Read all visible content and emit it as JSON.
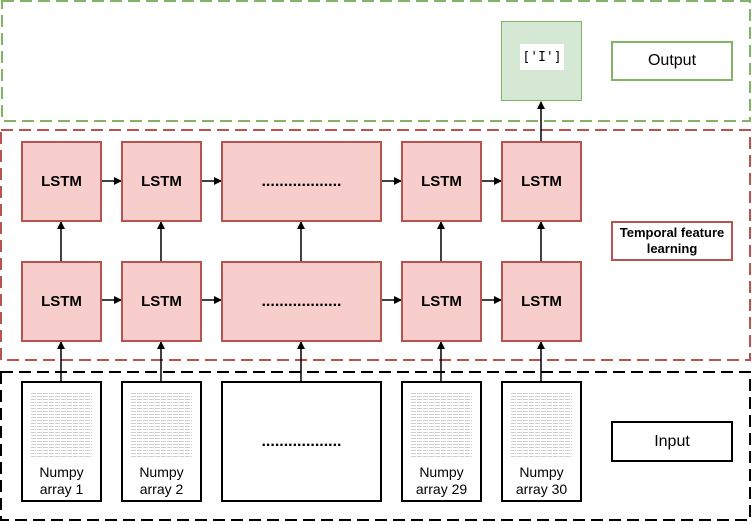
{
  "regions": {
    "output": {
      "label": "Output",
      "color": "#82b366"
    },
    "temporal": {
      "label": "Temporal feature\nlearning",
      "color": "#b85450"
    },
    "input": {
      "label": "Input",
      "color": "#000000"
    }
  },
  "output_value": "['I']",
  "lstm_label": "LSTM",
  "dots": "..................",
  "inputs": [
    {
      "label": "Numpy\narray 1"
    },
    {
      "label": "Numpy\narray 2"
    },
    {
      "label": "Numpy\narray 29"
    },
    {
      "label": "Numpy\narray 30"
    }
  ],
  "colors": {
    "lstm_fill": "#f8cecc",
    "lstm_border": "#b85450",
    "output_fill": "#d5e8d4",
    "output_border": "#82b366"
  }
}
